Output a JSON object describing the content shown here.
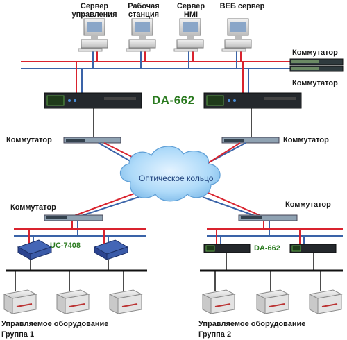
{
  "workstations": [
    {
      "line1": "Сервер",
      "line2": "управления"
    },
    {
      "line1": "Рабочая",
      "line2": "станция"
    },
    {
      "line1": "Сервер",
      "line2": "HMI"
    },
    {
      "line1": "ВЕБ сервер",
      "line2": ""
    }
  ],
  "switch_label": "Коммутатор",
  "da662_label": "DA-662",
  "uc7408_label": "UC-7408",
  "ring_label": "Оптическое кольцо",
  "group1": {
    "line1": "Управляемое оборудование",
    "line2": "Группа 1"
  },
  "group2": {
    "line1": "Управляемое оборудование",
    "line2": "Группа 2"
  },
  "colors": {
    "red_link": "#d9232e",
    "blue_link": "#3a63a8",
    "bus": "#111111",
    "model_text": "#2a7a1f",
    "cloud": "#9ccdf3"
  }
}
